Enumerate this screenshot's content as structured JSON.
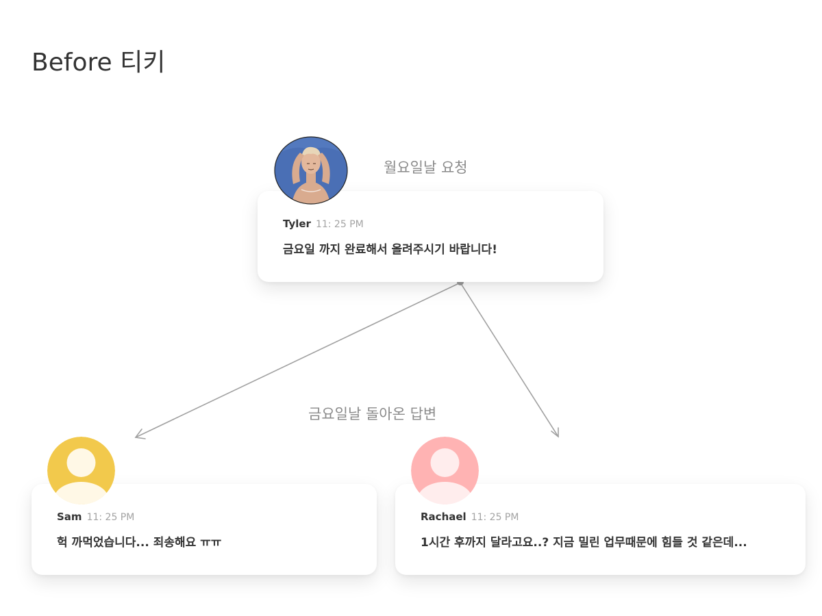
{
  "title": "Before 티키",
  "captions": {
    "request": "월요일날 요청",
    "reply": "금요일날 돌아온 답변"
  },
  "messages": {
    "tyler": {
      "sender": "Tyler",
      "time": "11: 25 PM",
      "text": "금요일 까지 완료해서 올려주시기 바랍니다!"
    },
    "sam": {
      "sender": "Sam",
      "time": "11: 25 PM",
      "text": "헉 까먹었습니다... 죄송해요 ㅠㅠ"
    },
    "rachael": {
      "sender": "Rachael",
      "time": "11: 25 PM",
      "text": "1시간 후까지 달라고요..? 지금 밀린 업무때문에 힘들 것 같은데..."
    }
  },
  "colors": {
    "sam_avatar": "#f2c94c",
    "rachael_avatar": "#ffb3b3",
    "tyler_avatar": "#4a6fb5",
    "connector": "#a0a0a0"
  },
  "icons": {
    "tyler_avatar": "illustrated-person-avatar",
    "sam_avatar": "default-user-avatar",
    "rachael_avatar": "default-user-avatar"
  }
}
